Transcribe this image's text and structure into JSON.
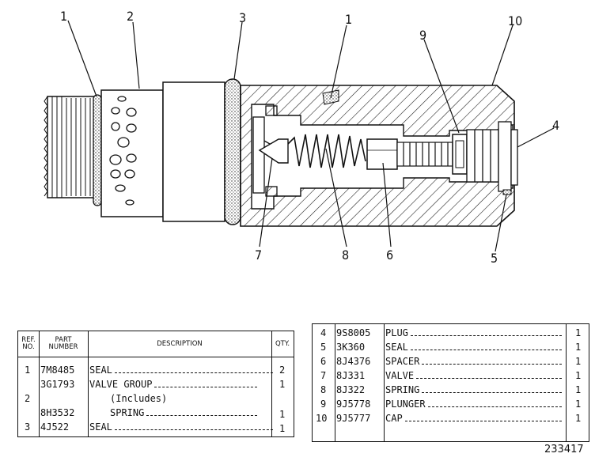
{
  "callouts": {
    "c1a": "1",
    "c2": "2",
    "c3": "3",
    "c1b": "1",
    "c9": "9",
    "c10": "10",
    "c4": "4",
    "c7": "7",
    "c8": "8",
    "c6": "6",
    "c5": "5"
  },
  "table_left": {
    "headers": {
      "ref": "REF.\nNO.",
      "part": "PART\nNUMBER",
      "desc": "DESCRIPTION",
      "qty": "QTY."
    },
    "rows": [
      {
        "ref": "1",
        "part": "7M8485",
        "desc": "SEAL",
        "qty": "2"
      },
      {
        "ref": "",
        "part": "3G1793",
        "desc": "VALVE GROUP",
        "qty": "1"
      },
      {
        "ref": "2",
        "part": "",
        "desc": "(Includes)",
        "qty": ""
      },
      {
        "ref": "",
        "part": "8H3532",
        "desc": "SPRING",
        "qty": "1"
      },
      {
        "ref": "3",
        "part": "4J522",
        "desc": "SEAL",
        "qty": "1"
      }
    ]
  },
  "table_right": {
    "rows": [
      {
        "ref": "4",
        "part": "9S8005",
        "desc": "PLUG",
        "qty": "1"
      },
      {
        "ref": "5",
        "part": "3K360",
        "desc": "SEAL",
        "qty": "1"
      },
      {
        "ref": "6",
        "part": "8J4376",
        "desc": "SPACER",
        "qty": "1"
      },
      {
        "ref": "7",
        "part": "8J331",
        "desc": "VALVE",
        "qty": "1"
      },
      {
        "ref": "8",
        "part": "8J322",
        "desc": "SPRING",
        "qty": "1"
      },
      {
        "ref": "9",
        "part": "9J5778",
        "desc": "PLUNGER",
        "qty": "1"
      },
      {
        "ref": "10",
        "part": "9J5777",
        "desc": "CAP",
        "qty": "1"
      }
    ]
  },
  "figure_number": "233417"
}
